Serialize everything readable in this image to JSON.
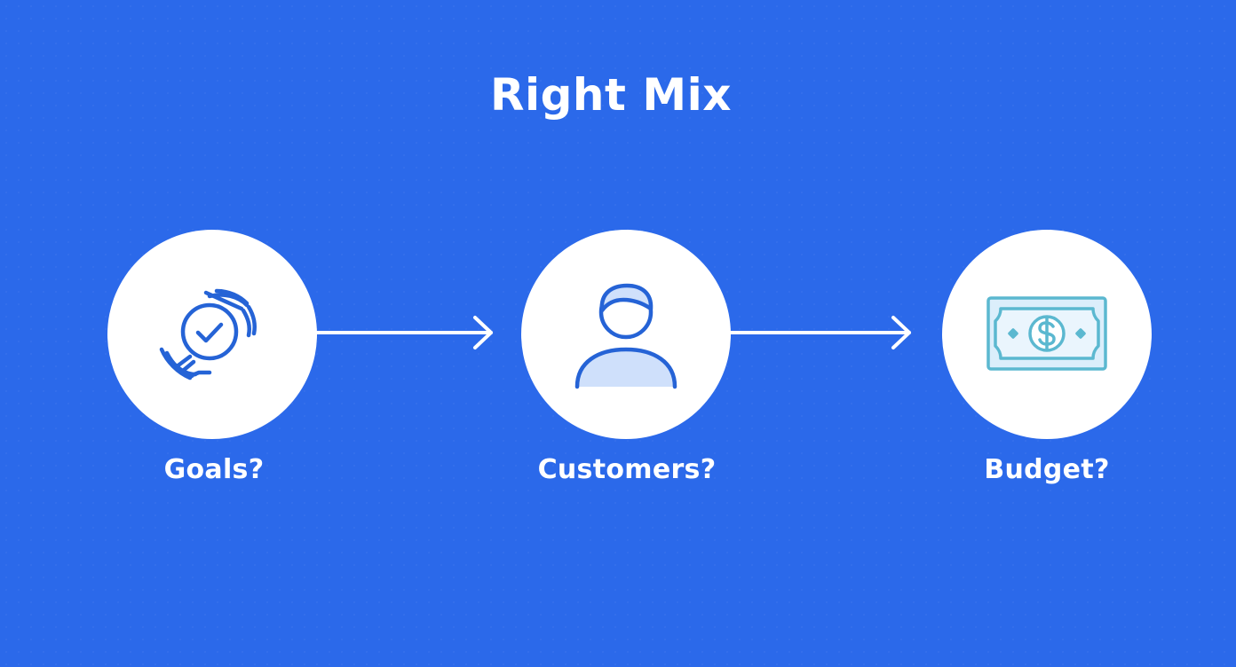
{
  "title": "Right Mix",
  "steps": [
    {
      "label": "Goals?",
      "icon": "target-check-icon"
    },
    {
      "label": "Customers?",
      "icon": "person-icon"
    },
    {
      "label": "Budget?",
      "icon": "banknote-icon"
    }
  ],
  "colors": {
    "background": "#2b69ea",
    "circle": "#ffffff",
    "icon_stroke": "#2563d6",
    "icon_fill_light": "#cfe0fb",
    "banknote_stroke": "#5bb8d0",
    "banknote_fill": "#dbeefb",
    "arrow": "#ffffff",
    "text": "#ffffff"
  }
}
